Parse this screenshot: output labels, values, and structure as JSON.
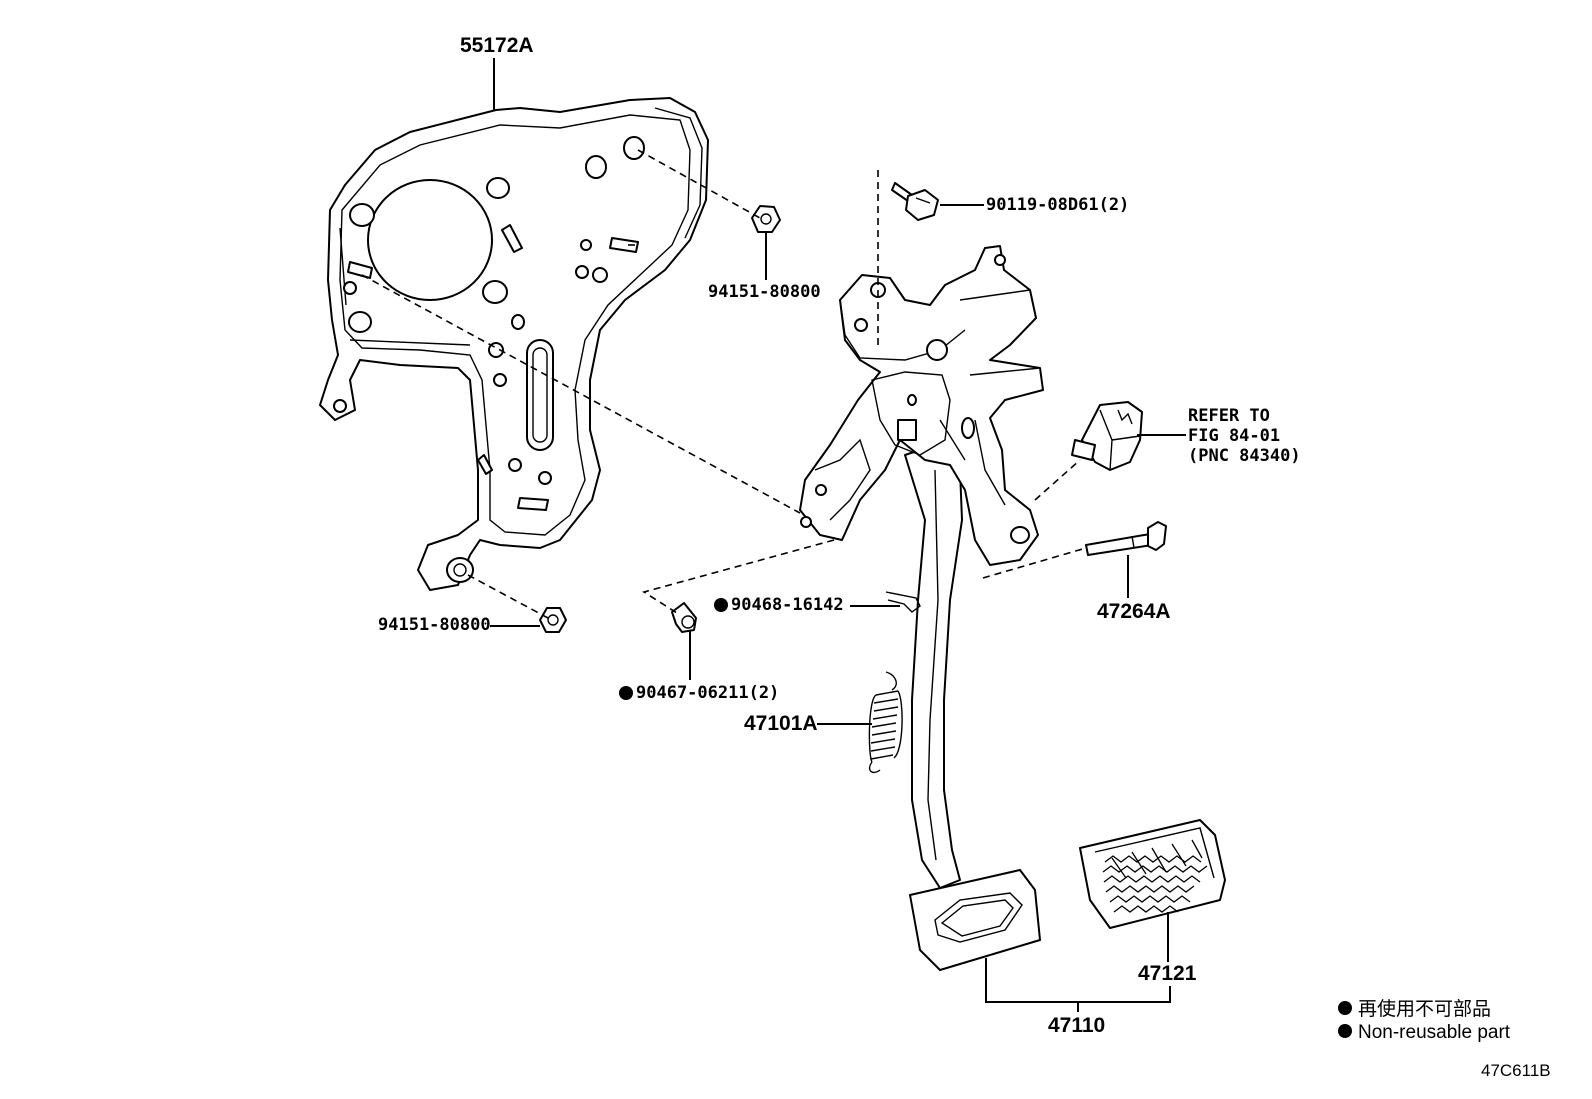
{
  "labels": {
    "bracket": "55172A",
    "bolt": "90119-08D61(2)",
    "nut_upper": "94151-80800",
    "nut_lower": "94151-80800",
    "refer_line1": "REFER TO",
    "refer_line2": "FIG 84-01",
    "refer_line3": "(PNC 84340)",
    "clip": "90468-16142",
    "pin": "47264A",
    "bushing": "90467-06211(2)",
    "spring": "47101A",
    "pad": "47121",
    "pedal_assy": "47110"
  },
  "legend": {
    "line1": "再使用不可部品",
    "line2": "Non-reusable part"
  },
  "diagram_code": "47C611B",
  "non_reusable_marker_color": "#000000"
}
